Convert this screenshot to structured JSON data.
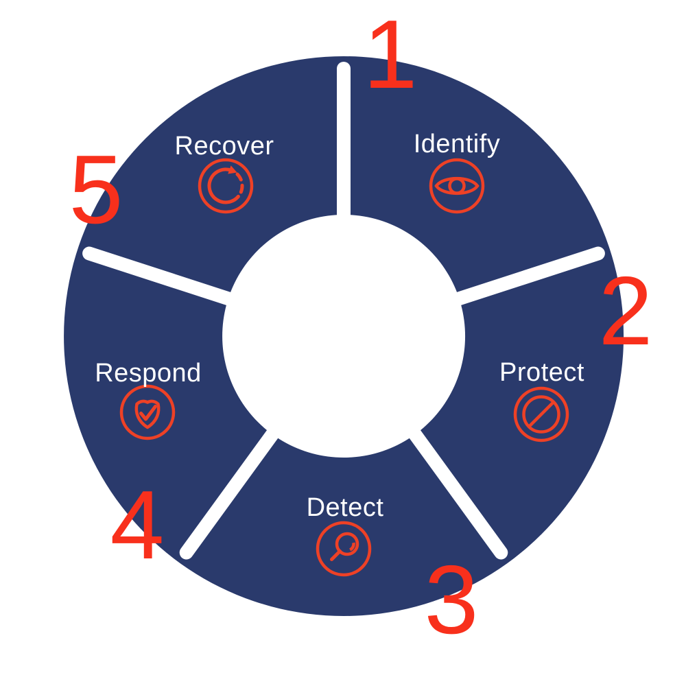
{
  "colors": {
    "background": "#FFFFFF",
    "ring": "#2A3A6C",
    "number": "#F8301C",
    "icon": "#EE4126",
    "label": "#FFFFFF"
  },
  "segments": [
    {
      "number": "1",
      "label": "Identify",
      "icon": "eye-icon"
    },
    {
      "number": "2",
      "label": "Protect",
      "icon": "prohibition-icon"
    },
    {
      "number": "3",
      "label": "Detect",
      "icon": "magnifier-icon"
    },
    {
      "number": "4",
      "label": "Respond",
      "icon": "shield-check-icon"
    },
    {
      "number": "5",
      "label": "Recover",
      "icon": "refresh-icon"
    }
  ]
}
